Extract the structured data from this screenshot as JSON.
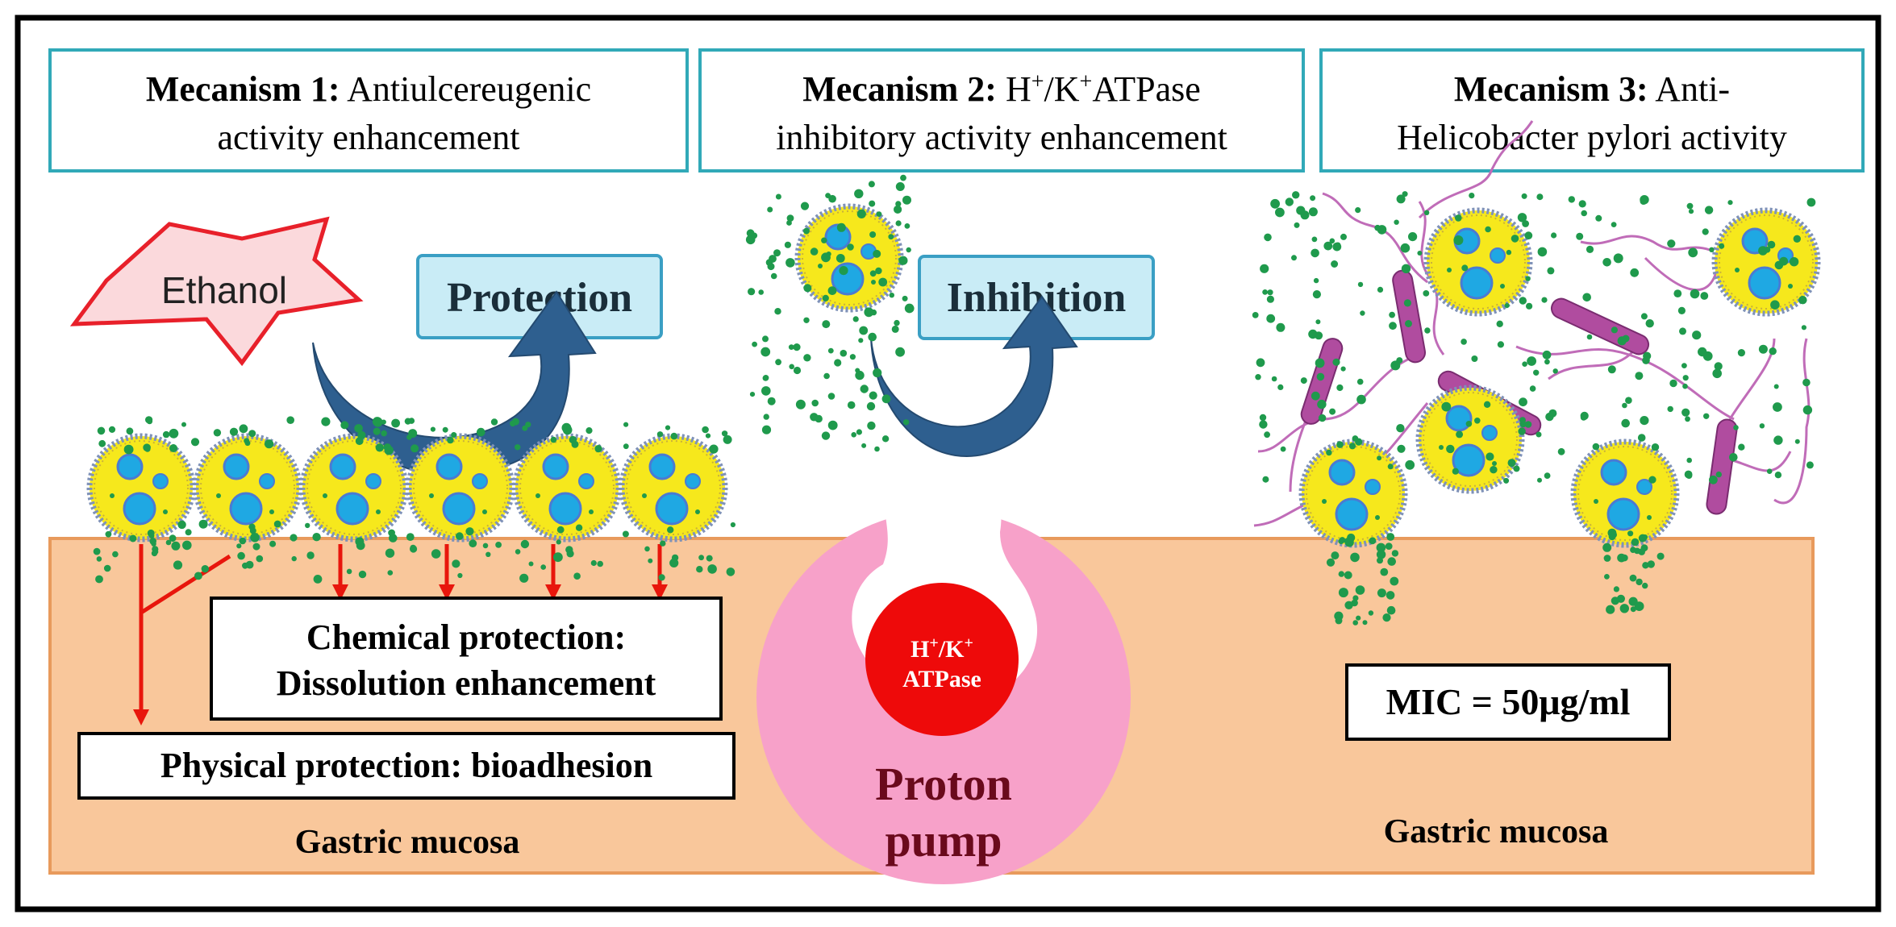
{
  "mechanisms": [
    {
      "label": "Mecanism 1:",
      "line1_rest": " Antiulcereugenic",
      "line2": "activity enhancement"
    },
    {
      "label": "Mecanism 2:",
      "line1_rest_a": " H",
      "sup1": "+",
      "line1_rest_b": "/K",
      "sup2": "+",
      "line1_rest_c": "ATPase",
      "line2": "inhibitory activity enhancement"
    },
    {
      "label": "Mecanism 3:",
      "line1_rest": " Anti-",
      "line2": "Helicobacter pylori activity"
    }
  ],
  "panel1": {
    "ethanol": "Ethanol",
    "protection": "Protection",
    "chemical_line1": "Chemical protection:",
    "chemical_line2": "Dissolution enhancement",
    "physical": "Physical protection: bioadhesion",
    "mucosa": "Gastric mucosa"
  },
  "panel2": {
    "inhibition": "Inhibition",
    "enzyme_line1_a": "H",
    "enzyme_sup1": "+",
    "enzyme_line1_b": "/K",
    "enzyme_sup2": "+",
    "enzyme_line2": "ATPase",
    "pump_line1": "Proton",
    "pump_line2": "pump"
  },
  "panel3": {
    "mic": "MIC = 50μg/ml",
    "mucosa": "Gastric mucosa"
  },
  "colors": {
    "frame": "#000000",
    "header_border": "#31a9b8",
    "mucosa_fill": "#f9c79b",
    "mucosa_border": "#e89a5c",
    "star_fill": "#fbd9dc",
    "star_stroke": "#e8202a",
    "label_box_fill": "#c9ecf6",
    "label_box_stroke": "#3a9fc4",
    "curved_arrow": "#2e5f8f",
    "red_arrow": "#e8160c",
    "particle_fill": "#f6e81c",
    "particle_core": "#1fa8e3",
    "dot": "#1f9a4c",
    "pump_pink": "#f7a1c9",
    "enzyme_red": "#ee0a0a",
    "bacteria": "#b04c9f"
  }
}
